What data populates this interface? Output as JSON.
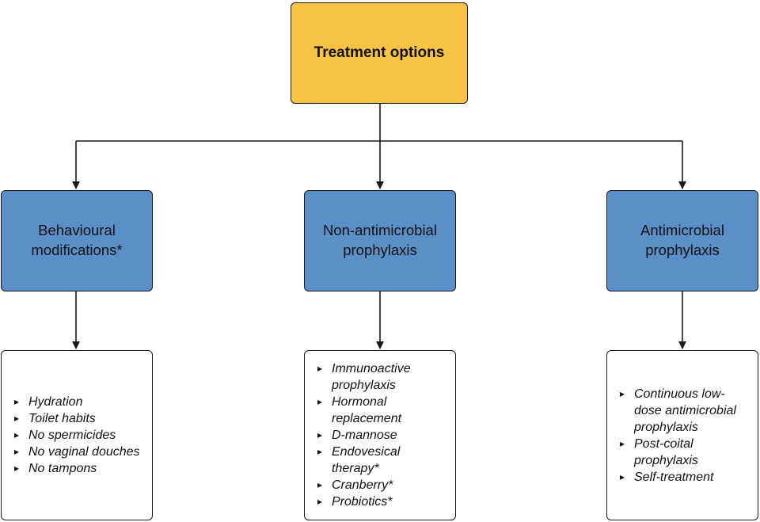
{
  "root": {
    "label": "Treatment options"
  },
  "categories": [
    {
      "label": "Behavioural modifications*",
      "items": [
        "Hydration",
        "Toilet habits",
        "No spermicides",
        "No vaginal douches",
        "No tampons"
      ]
    },
    {
      "label": "Non-antimicrobial prophylaxis",
      "items": [
        "Immunoactive prophylaxis",
        "Hormonal replacement",
        "D-mannose",
        "Endovesical therapy*",
        "Cranberry*",
        "Probiotics*"
      ]
    },
    {
      "label": "Antimicrobial prophylaxis",
      "items": [
        "Continuous low-dose antimicrobial prophylaxis",
        "Post-coital prophylaxis",
        "Self-treatment"
      ]
    }
  ],
  "colors": {
    "root_fill": "#f8c244",
    "category_fill": "#5b8fc8",
    "list_fill": "#ffffff",
    "line": "#1a1a1a"
  }
}
